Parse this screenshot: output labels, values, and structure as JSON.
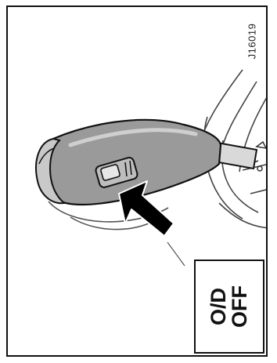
{
  "figure_id": "J16019",
  "label": {
    "line1": "O/D",
    "line2": "OFF"
  },
  "icons": {
    "lever": "gear-selector-lever-icon",
    "switch": "overdrive-switch-icon",
    "arrow": "pointer-arrow-icon"
  },
  "colors": {
    "lever_fill": "#9a9a9a",
    "outline": "#111111",
    "arrow_fill": "#000000",
    "background": "#ffffff"
  }
}
